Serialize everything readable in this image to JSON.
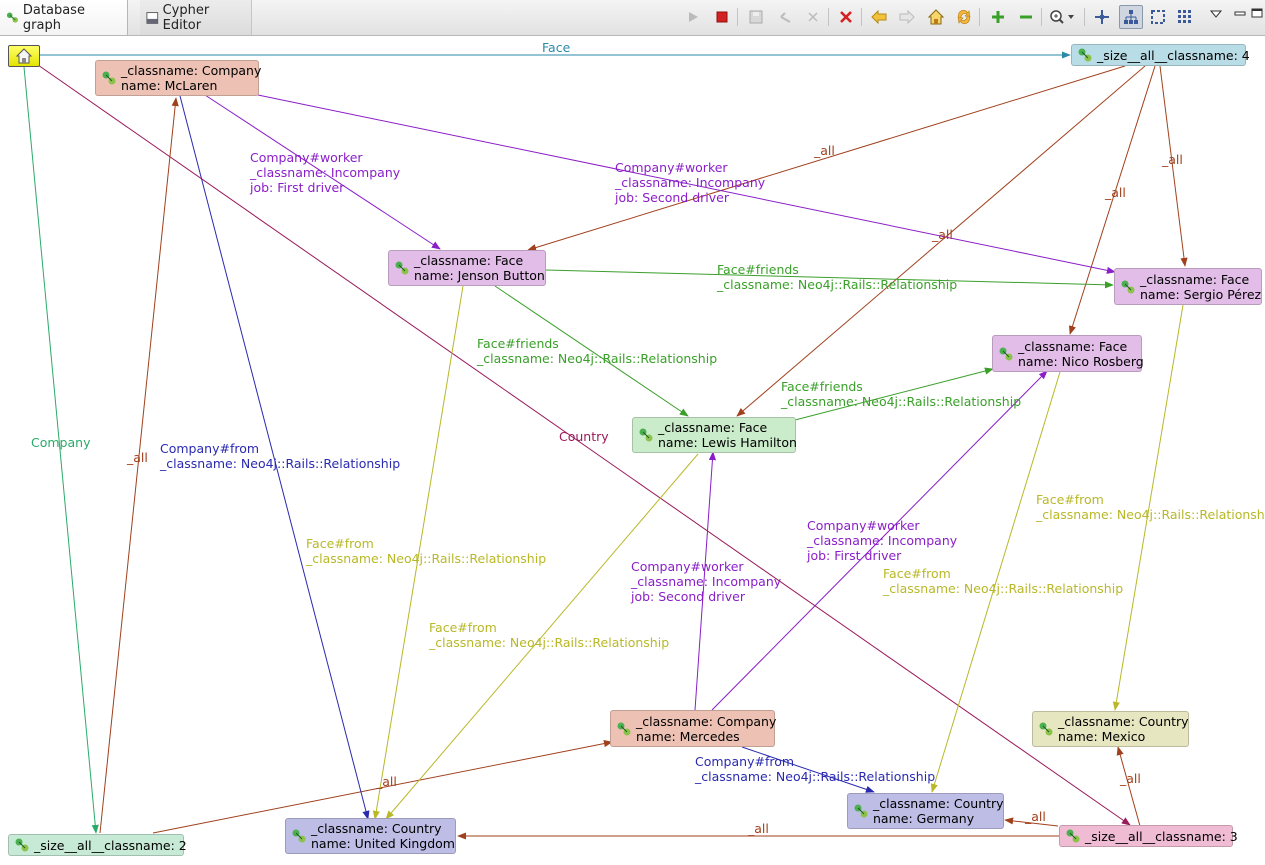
{
  "tabs": {
    "graph": "Database graph",
    "cypher": "Cypher Editor"
  },
  "toolbar_icons": [
    "run-icon",
    "stop-icon",
    "save-icon",
    "undo-icon",
    "redo-icon",
    "delete-icon",
    "back-icon",
    "forward-icon",
    "home-icon",
    "refresh-icon",
    "zoom-in-icon",
    "zoom-out-icon",
    "zoom-menu-icon",
    "spring-layout-icon",
    "tree-layout-icon",
    "grid-layout-icon",
    "radial-layout-icon",
    "view-menu-icon",
    "minimize-icon",
    "maximize-icon"
  ],
  "colors": {
    "company_fill": "#edc2b4",
    "face_fill": "#e2bde8",
    "face_selected_fill": "#cbeccb",
    "country_fill": "#bdbde6",
    "country_mexico_fill": "#e6e6c0",
    "size4_fill": "#b9dde6",
    "size2_fill": "#c6ead6",
    "size3_fill": "#efbcd4",
    "edge_all": "#a0401c",
    "edge_worker": "#8a1ec8",
    "edge_friends": "#3aa02a",
    "edge_face_from": "#b8b828",
    "edge_company_from": "#2a2ab0",
    "edge_country": "#9a1a5a",
    "edge_face_root": "#2a8aa8",
    "edge_company_root": "#2aaa6a"
  },
  "nodes": {
    "mclaren": {
      "line1": "_classname: Company",
      "line2": "name: McLaren"
    },
    "jenson": {
      "line1": "_classname: Face",
      "line2": "name: Jenson Button"
    },
    "sergio": {
      "line1": "_classname: Face",
      "line2": "name: Sergio Pérez"
    },
    "nico": {
      "line1": "_classname: Face",
      "line2": "name: Nico Rosberg"
    },
    "lewis": {
      "line1": "_classname: Face",
      "line2": "name: Lewis Hamilton"
    },
    "mercedes": {
      "line1": "_classname: Company",
      "line2": "name: Mercedes"
    },
    "mexico": {
      "line1": "_classname: Country",
      "line2": "name: Mexico"
    },
    "germany": {
      "line1": "_classname: Country",
      "line2": "name: Germany"
    },
    "uk": {
      "line1": "_classname: Country",
      "line2": "name: United Kingdom"
    },
    "size4": {
      "line1": "_size__all__classname: 4"
    },
    "size2": {
      "line1": "_size__all__classname: 2"
    },
    "size3": {
      "line1": "_size__all__classname: 3"
    }
  },
  "edge_labels": {
    "face": "Face",
    "company": "Company",
    "country": "Country",
    "all_1": "_all",
    "all_2": "_all",
    "all_3": "_all",
    "all_4": "_all",
    "all_5": "_all",
    "all_6": "_all",
    "all_7": "_all",
    "all_8": "_all",
    "all_9": "_all",
    "worker_mclaren_jenson": [
      "Company#worker",
      "_classname: Incompany",
      "job: First driver"
    ],
    "worker_mclaren_sergio": [
      "Company#worker",
      "_classname: Incompany",
      "job: Second driver"
    ],
    "friends_jenson_sergio": [
      "Face#friends",
      "_classname: Neo4j::Rails::Relationship"
    ],
    "friends_jenson_lewis": [
      "Face#friends",
      "_classname: Neo4j::Rails::Relationship"
    ],
    "friends_lewis_nico": [
      "Face#friends",
      "_classname: Neo4j::Rails::Relationship"
    ],
    "company_from_mclaren": [
      "Company#from",
      "_classname: Neo4j::Rails::Relationship"
    ],
    "face_from_jenson": [
      "Face#from",
      "_classname: Neo4j::Rails::Relationship"
    ],
    "face_from_lewis": [
      "Face#from",
      "_classname: Neo4j::Rails::Relationship"
    ],
    "face_from_sergio": [
      "Face#from",
      "_classname: Neo4j::Rails::Relationship"
    ],
    "face_from_nico": [
      "Face#from",
      "_classname: Neo4j::Rails::Relationship"
    ],
    "worker_mercedes_lewis": [
      "Company#worker",
      "_classname: Incompany",
      "job: Second driver"
    ],
    "worker_mercedes_nico": [
      "Company#worker",
      "_classname: Incompany",
      "job: First driver"
    ],
    "company_from_mercedes": [
      "Company#from",
      "_classname: Neo4j::Rails::Relationship"
    ]
  }
}
